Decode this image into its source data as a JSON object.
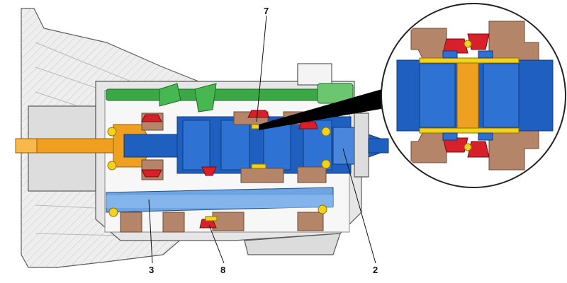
{
  "callouts": [
    {
      "id": "7",
      "text": "7"
    },
    {
      "id": "3",
      "text": "3"
    },
    {
      "id": "8",
      "text": "8"
    },
    {
      "id": "2",
      "text": "2"
    }
  ],
  "colors": {
    "housing": "#e8e8e8",
    "housing_edge": "#5a5a5a",
    "main_shaft": "#1f5fbf",
    "main_shaft_light": "#4a86dc",
    "counter_shaft": "#6fa4e3",
    "input_shaft": "#f0a020",
    "shift_rod": "#3aa845",
    "gear": "#b5856a",
    "synchro": "#d8202a",
    "bearing": "#f2d21c",
    "background": "#ffffff"
  }
}
